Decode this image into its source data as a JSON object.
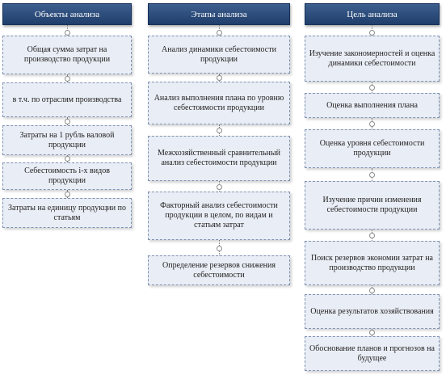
{
  "columns": [
    {
      "header": "Объекты анализа",
      "items": [
        "Общая сумма затрат на производство продукции",
        "в т.ч. по отраслям производства",
        "Затраты на 1 рубль валовой продукции",
        "Себестоимость i-х видов продукции",
        "Затраты на единицу продукции по статьям"
      ]
    },
    {
      "header": "Этапы анализа",
      "items": [
        "Анализ динамики себестоимости продукции",
        "Анализ выполнения плана по уровню себестоимости продукции",
        "Межхозяйственный сравнительный анализ себестоимости продукции",
        "Факторный анализ себестоимости продукции в целом, по видам и статьям затрат",
        "Определение резервов снижения себестоимости"
      ]
    },
    {
      "header": "Цель анализа",
      "items": [
        "Изучение закономерностей и оценка динамики себестоимости",
        "Оценка выполнения плана",
        "Оценка уровня себестоимости продукции",
        "Изучение причин изменения себестоимости продукции",
        "Поиск резервов экономии затрат на производство продукции",
        "Оценка результатов хозяйствования",
        "Обоснование планов и прогнозов на будущее"
      ]
    }
  ]
}
